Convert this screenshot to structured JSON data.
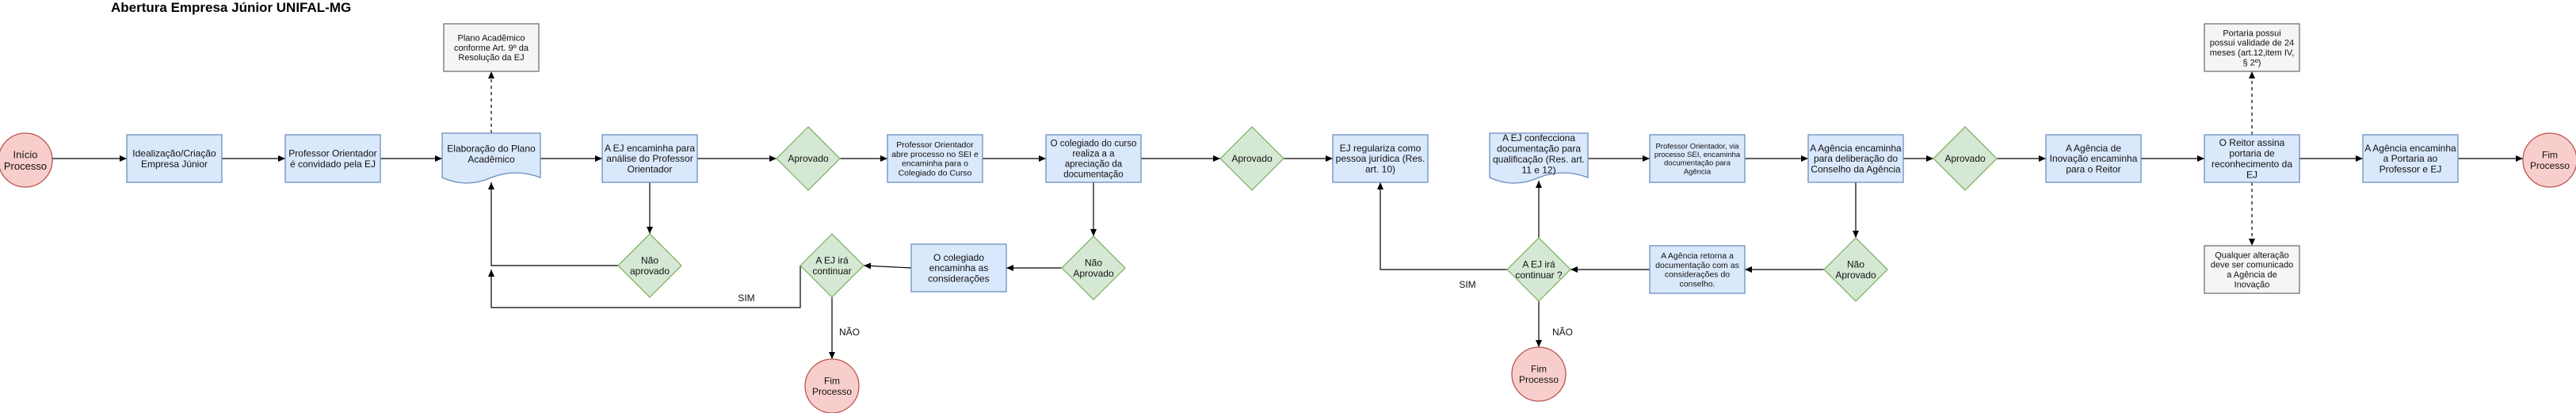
{
  "title": "Abertura Empresa Júnior UNIFAL-MG",
  "colors": {
    "terminal_fill": "#f8cecc",
    "terminal_stroke": "#b85450",
    "process_fill": "#dae8fc",
    "process_stroke": "#6c8ebf",
    "decision_fill": "#d5e8d4",
    "decision_stroke": "#82b366",
    "note_fill": "#f5f5f5",
    "note_stroke": "#666666",
    "edge": "#000000"
  },
  "nodes": {
    "inicio": "Início\nProcesso",
    "idealizacao": "Idealização/Criação\nEmpresa Júnior",
    "prof_convidado": "Professor Orientador\né convidado pela EJ",
    "elaboracao": "Elaboração do Plano\nAcadêmico",
    "nota_plano": "Plano Acadêmico\nconforme Art. 9º da\nResolução da EJ",
    "ej_encaminha": "A EJ encaminha para\nanálise do Professor\nOrientador",
    "aprovado1": "Aprovado",
    "nao_aprovado1": "Não\naprovado",
    "prof_abre_sei": "Professor Orientador\nabre processo no SEI e\nencaminha para o\nColegiado do Curso",
    "colegiado_aprecia": "O colegiado do curso\nrealiza a  a\napreciação da\ndocumentação",
    "colegiado_consid": "O colegiado\nencaminha as\nconsiderações",
    "ej_continuar1": "A EJ irá\ncontinuar",
    "nao_aprovado2": "Não\nAprovado",
    "fim1": "Fim\nProcesso",
    "aprovado2": "Aprovado",
    "ej_regulariza": "EJ regulariza como\npessoa jurídica (Res.\nart. 10)",
    "ej_confecciona": "A EJ confecciona\ndocumentação para\nqualificação (Res. art.\n11 e 12)",
    "ej_continuar2": "A EJ irá\ncontinuar ?",
    "fim2": "Fim\nProcesso",
    "prof_sei": "Professor Orientador, via\nprocesso SEI, encaminha\ndocumentação para\nAgência",
    "agencia_retorna": "A Agência retorna a\ndocumentação com as\nconsiderações do\nconselho.",
    "agencia_conselho": "A Agência encaminha\npara deliberação do\nConselho da Agência",
    "nao_aprovado3": "Não\nAprovado",
    "aprovado3": "Aprovado",
    "agencia_reitor": "A Agência de\nInovação encaminha\npara o Reitor",
    "reitor_assina": "O Reitor assina\nportaria de\nreconhecimento da\nEJ",
    "nota_portaria": "Portaria possui\npossui validade de 24\nmeses (art.12,item IV,\n§ 2º)",
    "nota_alteracao": "Qualquer alteração\ndeve ser comunicado\na Agência de\nInovação",
    "agencia_portaria": "A Agência encaminha\na Portaria ao\nProfessor e EJ",
    "fim3": "Fim\nProcesso"
  },
  "edge_labels": {
    "sim1": "SIM",
    "nao1": "NÃO",
    "sim2": "SIM",
    "nao2": "NÃO"
  }
}
